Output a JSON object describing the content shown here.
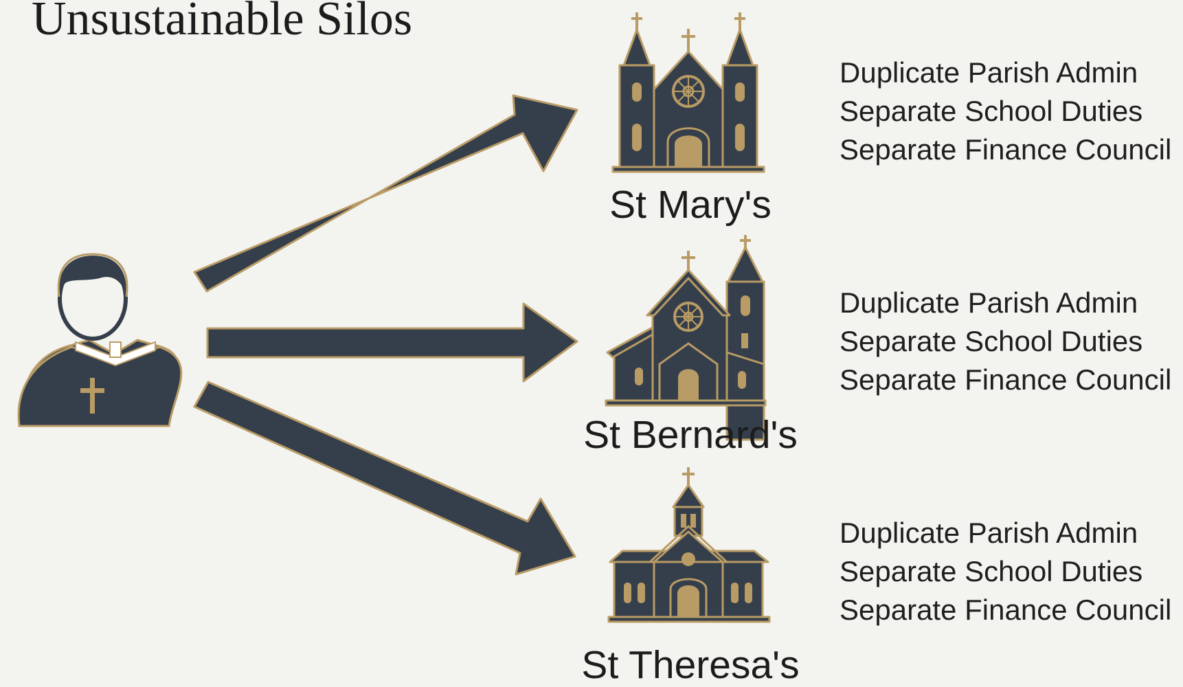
{
  "title": "Unsustainable Silos",
  "colors": {
    "background": "#f3f3ef",
    "navy": "#353f4b",
    "gold": "#b99b65",
    "text": "#1f1f1f"
  },
  "priest": {
    "icon": "priest-icon"
  },
  "parishes": [
    {
      "name": "St Mary's",
      "icon": "church-twin-spires-icon",
      "duties": [
        "Duplicate Parish Admin",
        "Separate School Duties",
        "Separate Finance Council"
      ]
    },
    {
      "name": "St Bernard's",
      "icon": "church-side-tower-icon",
      "duties": [
        "Duplicate Parish Admin",
        "Separate School Duties",
        "Separate Finance Council"
      ]
    },
    {
      "name": "St Theresa's",
      "icon": "church-center-belfry-icon",
      "duties": [
        "Duplicate Parish Admin",
        "Separate School Duties",
        "Separate Finance Council"
      ]
    }
  ]
}
